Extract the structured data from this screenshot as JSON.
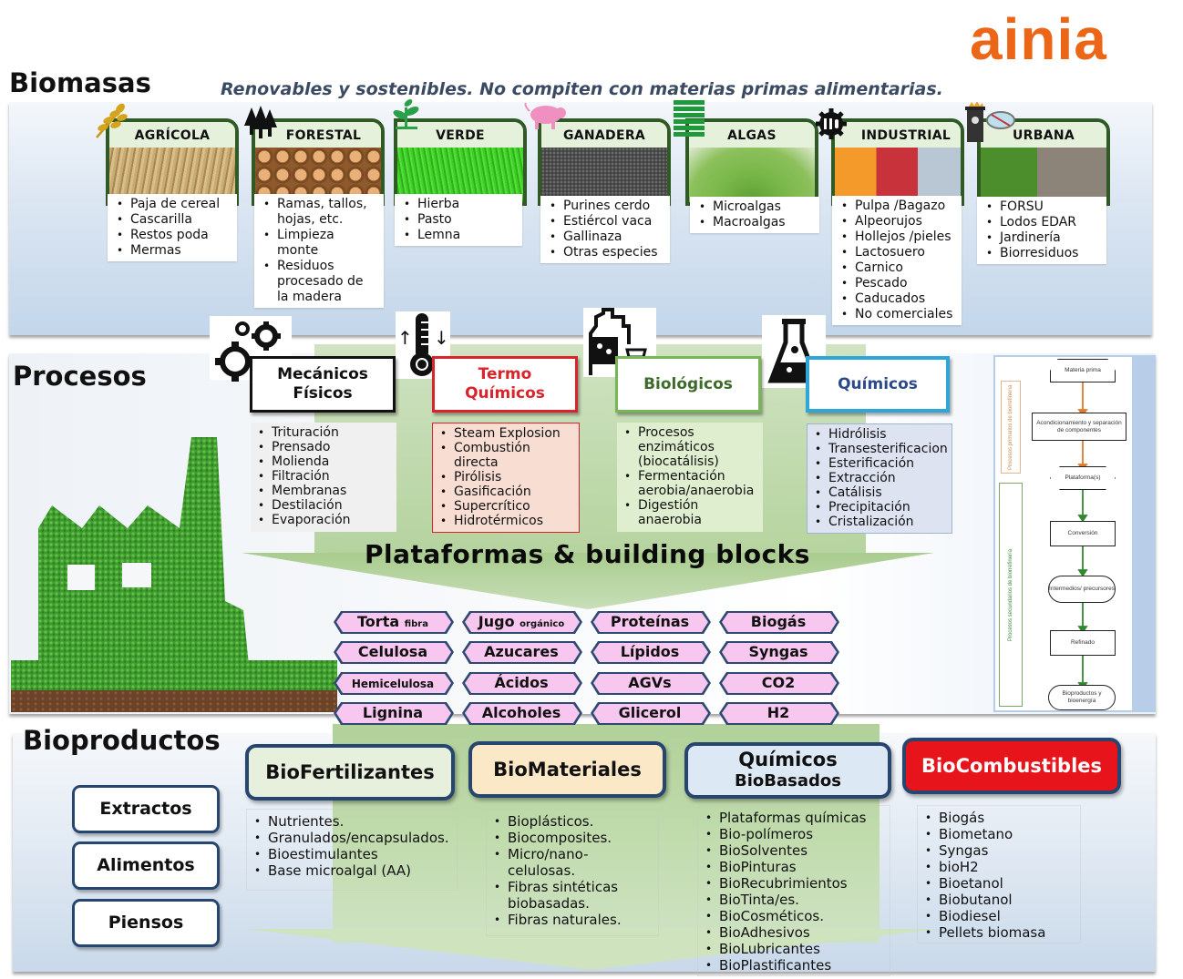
{
  "brand": {
    "logo": "ainia",
    "color": "#ec6617"
  },
  "biomasas": {
    "title": "Biomasas",
    "subtitle": "Renovables y sostenibles. No compiten con materias primas alimentarias.",
    "cards": [
      {
        "label": "AGRÍCOLA",
        "icon": "wheat-icon",
        "items": [
          "Paja de cereal",
          "Cascarilla",
          "Restos poda",
          "Mermas"
        ]
      },
      {
        "label": "FORESTAL",
        "icon": "trees-icon",
        "items": [
          "Ramas, tallos, hojas, etc.",
          "Limpieza monte",
          "Residuos procesado de la madera"
        ]
      },
      {
        "label": "VERDE",
        "icon": "sprout-icon",
        "items": [
          "Hierba",
          "Pasto",
          "Lemna"
        ]
      },
      {
        "label": "GANADERA",
        "icon": "pig-icon",
        "items": [
          "Purines cerdo",
          "Estiércol vaca",
          "Gallinaza",
          "Otras especies"
        ]
      },
      {
        "label": "ALGAS",
        "icon": "algae-stack-icon",
        "items": [
          "Microalgas",
          "Macroalgas"
        ]
      },
      {
        "label": "INDUSTRIAL",
        "icon": "gear-food-icon",
        "items": [
          "Pulpa /Bagazo",
          "Alpeorujos",
          "Hollejos /pieles",
          "Lactosuero",
          "Carnico",
          "Pescado",
          "Caducados",
          "No comerciales"
        ]
      },
      {
        "label": "URBANA",
        "icon": "trash-bin-icon",
        "items": [
          "FORSU",
          "Lodos EDAR",
          "Jardinería",
          "Biorresiduos"
        ]
      }
    ]
  },
  "procesos": {
    "title": "Procesos",
    "groups": [
      {
        "label_1": "Mecánicos",
        "label_2": "Físicos",
        "icon": "gears-icon",
        "color": "#111111",
        "items": [
          "Trituración",
          "Prensado",
          "Molienda",
          "Filtración",
          "Membranas",
          "Destilación",
          "Evaporación"
        ]
      },
      {
        "label_1": "Termo",
        "label_2": "Químicos",
        "icon": "thermometer-icon",
        "color": "#d8242a",
        "items": [
          "Steam Explosion",
          "Combustión directa",
          "Pirólisis",
          "Gasificación",
          "Supercrítico",
          "Hidrotérmicos"
        ]
      },
      {
        "label_1": "Biológicos",
        "label_2": "",
        "icon": "bottle-flask-icon",
        "color": "#78b655",
        "items": [
          "Procesos enzimáticos (biocatálisis)",
          "Fermentación aerobia/anaerobia",
          "Digestión anaerobia"
        ]
      },
      {
        "label_1": "Químicos",
        "label_2": "",
        "icon": "erlenmeyer-flask-icon",
        "color": "#2ea7d8",
        "items": [
          "Hidrólisis",
          "Transesterificacion",
          "Esterificación",
          "Extracción",
          "Catálisis",
          "Precipitación",
          "Cristalización"
        ]
      }
    ]
  },
  "plataformas": {
    "title": "Plataformas & building blocks",
    "chips": [
      [
        {
          "main": "Torta",
          "small": "fibra"
        },
        {
          "main": "Jugo",
          "small": "orgánico"
        },
        {
          "main": "Proteínas",
          "small": ""
        },
        {
          "main": "Biogás",
          "small": ""
        }
      ],
      [
        {
          "main": "Celulosa",
          "small": ""
        },
        {
          "main": "Azucares",
          "small": ""
        },
        {
          "main": "Lípidos",
          "small": ""
        },
        {
          "main": "Syngas",
          "small": ""
        }
      ],
      [
        {
          "main": "Hemicelulosa",
          "small": ""
        },
        {
          "main": "Ácidos",
          "small": ""
        },
        {
          "main": "AGVs",
          "small": ""
        },
        {
          "main": "CO2",
          "small": ""
        }
      ],
      [
        {
          "main": "Lignina",
          "small": ""
        },
        {
          "main": "Alcoholes",
          "small": ""
        },
        {
          "main": "Glicerol",
          "small": ""
        },
        {
          "main": "H2",
          "small": ""
        }
      ]
    ]
  },
  "flowchart": {
    "primary_label": "Procesos primarios de biorrefinería",
    "secondary_label": "Procesos secundarios de biorrefinería",
    "nodes": [
      "Materia prima",
      "Acondicionamiento y separación de componentes",
      "Plataforma(s)",
      "Conversión",
      "Intermedios/ precursores",
      "Refinado",
      "Bioproductos y bioenergía"
    ],
    "primary_arrow_color": "#e07b2a",
    "secondary_arrow_color": "#2f8a2f"
  },
  "bioproductos": {
    "title": "Bioproductos",
    "side_buttons": [
      "Extractos",
      "Alimentos",
      "Piensos"
    ],
    "categories": [
      {
        "label_1": "BioFertilizantes",
        "label_2": "",
        "bg": "#e6f0dc",
        "items": [
          "Nutrientes.",
          "Granulados/encapsulados.",
          "Bioestimulantes",
          "Base microalgal (AA)"
        ]
      },
      {
        "label_1": "BioMateriales",
        "label_2": "",
        "bg": "#fbe8c6",
        "items": [
          "Bioplásticos.",
          "Biocomposites.",
          "Micro/nano-celulosas.",
          "Fibras sintéticas biobasadas.",
          "Fibras naturales."
        ]
      },
      {
        "label_1": "Químicos",
        "label_2": "BioBasados",
        "bg": "#dde8f5",
        "items": [
          "Plataformas químicas",
          "Bio-polímeros",
          "BioSolventes",
          "BioPinturas",
          "BioRecubrimientos",
          "BioTinta/es.",
          "BioCosméticos.",
          "BioAdhesivos",
          "BioLubricantes",
          "BioPlastificantes"
        ]
      },
      {
        "label_1": "BioCombustibles",
        "label_2": "",
        "bg": "#e8141b",
        "items": [
          "Biogás",
          "Biometano",
          "Syngas",
          "bioH2",
          "Bioetanol",
          "Biobutanol",
          "Biodiesel",
          "Pellets biomasa"
        ]
      }
    ]
  }
}
